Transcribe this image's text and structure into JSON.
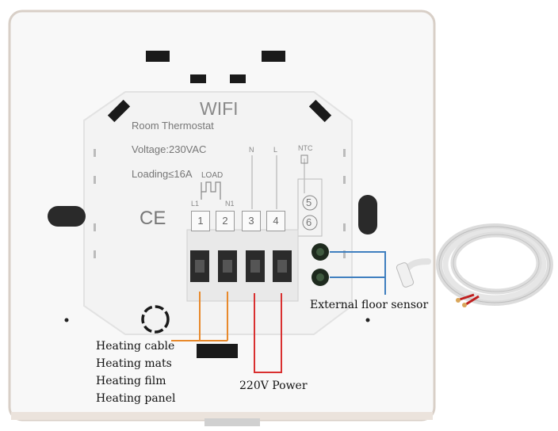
{
  "device": {
    "wifi_label": "WIFI",
    "model_label": "Room Thermostat",
    "voltage_label": "Voltage:230VAC",
    "loading_label": "Loading≤16A",
    "load_label": "LOAD",
    "ce_mark": "CE",
    "terminal_small_labels": [
      "L1",
      "N1",
      "N",
      "L",
      "NTC"
    ],
    "terminal_numbers": [
      "1",
      "2",
      "3",
      "4",
      "5",
      "6"
    ]
  },
  "callouts": {
    "heating_items": [
      "Heating cable",
      "Heating mats",
      "Heating film",
      "Heating panel"
    ],
    "power_label": "220V Power",
    "sensor_label": "External floor sensor"
  },
  "colors": {
    "heating_line": "#e8892b",
    "power_line": "#d93030",
    "sensor_line": "#3f7fbf",
    "panel": "#f7f7f7",
    "terminal": "#2b2b2b",
    "wire": "#ececec"
  }
}
